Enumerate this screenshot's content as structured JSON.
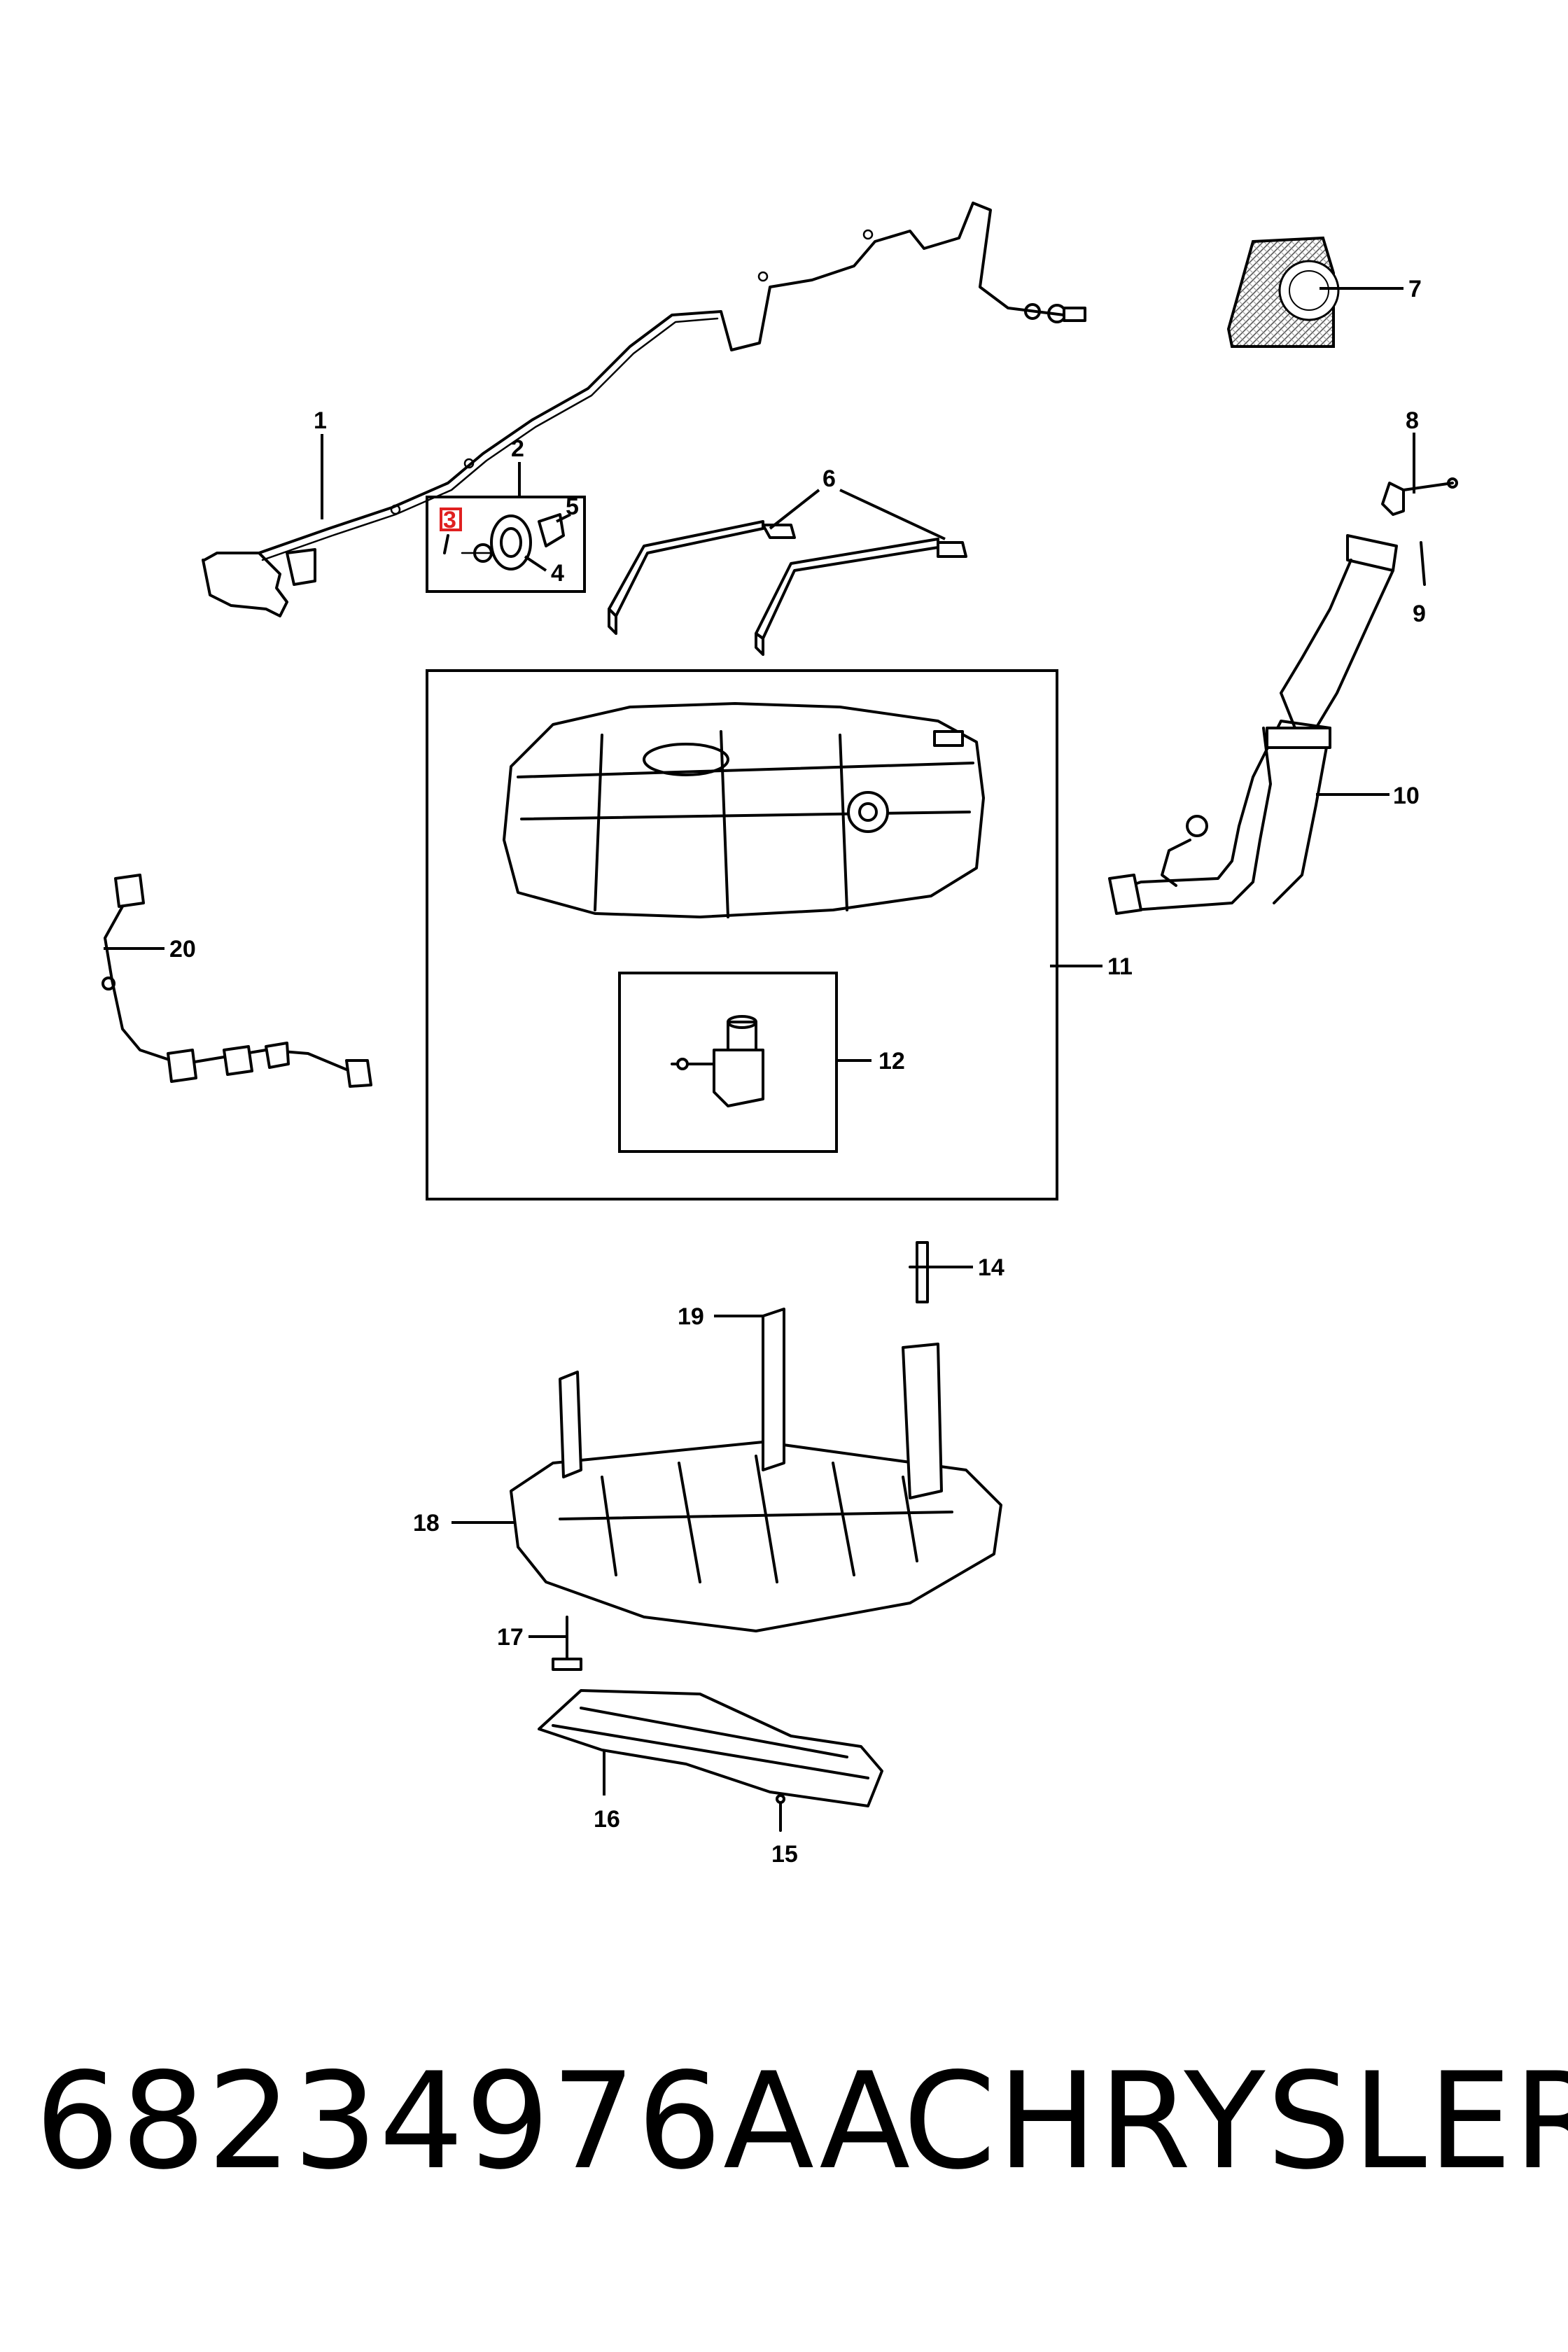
{
  "footer": {
    "part_number": "68234976AA",
    "brand": "CHRYSLER"
  },
  "callouts": {
    "c1": "1",
    "c2": "2",
    "c3": "3",
    "c4": "4",
    "c5": "5",
    "c6": "6",
    "c7": "7",
    "c8": "8",
    "c9": "9",
    "c10": "10",
    "c11": "11",
    "c12": "12",
    "c14": "14",
    "c15": "15",
    "c16": "16",
    "c17": "17",
    "c18": "18",
    "c19": "19",
    "c20": "20"
  },
  "highlight": {
    "callout": "3",
    "color": "#e02020"
  }
}
